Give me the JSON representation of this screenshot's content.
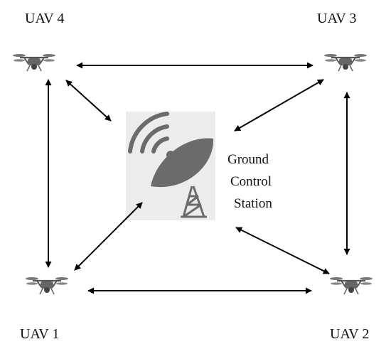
{
  "nodes": {
    "uav4": {
      "label": "UAV 4",
      "icon": "drone-icon"
    },
    "uav3": {
      "label": "UAV 3",
      "icon": "drone-icon"
    },
    "uav1": {
      "label": "UAV 1",
      "icon": "drone-icon"
    },
    "uav2": {
      "label": "UAV 2",
      "icon": "drone-icon"
    },
    "gcs": {
      "lines": [
        "Ground",
        "Control",
        "Station"
      ],
      "icon": "satellite-dish-icon"
    }
  },
  "links": [
    {
      "from": "uav4",
      "to": "uav3"
    },
    {
      "from": "uav4",
      "to": "uav1"
    },
    {
      "from": "uav3",
      "to": "uav2"
    },
    {
      "from": "uav1",
      "to": "uav2"
    },
    {
      "from": "uav4",
      "to": "gcs"
    },
    {
      "from": "uav3",
      "to": "gcs"
    },
    {
      "from": "uav1",
      "to": "gcs"
    },
    {
      "from": "uav2",
      "to": "gcs"
    }
  ],
  "colors": {
    "arrow": "#000000",
    "dish": "#6b6b6b",
    "dish_bg": "#ececec",
    "drone": "#555555"
  }
}
